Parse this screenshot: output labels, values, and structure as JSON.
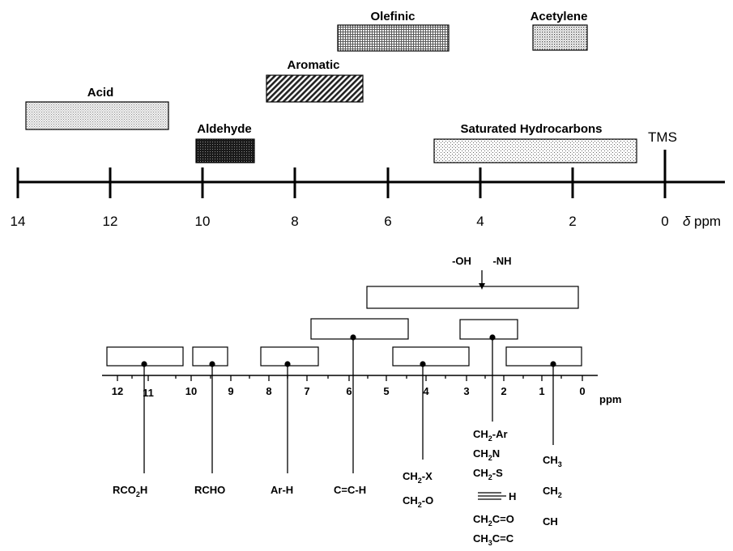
{
  "top_scale": {
    "ticks": [
      "14",
      "12",
      "10",
      "8",
      "6",
      "4",
      "2",
      "0"
    ],
    "unit_delta": "δ",
    "unit": "ppm",
    "tms": "TMS",
    "regions": {
      "acid": "Acid",
      "aldehyde": "Aldehyde",
      "aromatic": "Aromatic",
      "olefinic": "Olefinic",
      "acetylene": "Acetylene",
      "saturated": "Saturated Hydrocarbons"
    }
  },
  "bottom_scale": {
    "ticks": [
      "12",
      "11",
      "10",
      "9",
      "8",
      "7",
      "6",
      "5",
      "4",
      "3",
      "2",
      "1",
      "0"
    ],
    "unit": "ppm",
    "oh_label": "-OH",
    "nh_label": "-NH",
    "groups": {
      "rco2h": {
        "a": "RCO",
        "sub": "2",
        "b": "H"
      },
      "rcho": "RCHO",
      "arh": "Ar-H",
      "cch": "C=C-H",
      "ch2x": {
        "a": "CH",
        "sub": "2",
        "b": "-X"
      },
      "ch2o": {
        "a": "CH",
        "sub": "2",
        "b": "-O"
      },
      "ch2ar": {
        "a": "CH",
        "sub": "2",
        "b": "-Ar"
      },
      "ch2n": {
        "a": "CH",
        "sub": "2",
        "b": "N"
      },
      "ch2s": {
        "a": "CH",
        "sub": "2",
        "b": "-S"
      },
      "alkyne_h": "H",
      "ch2co": {
        "a": "CH",
        "sub": "2",
        "b": "C=O"
      },
      "ch3cc": {
        "a": "CH",
        "sub": "3",
        "b": "C=C"
      },
      "ch3": {
        "a": "CH",
        "sub": "3",
        "b": ""
      },
      "ch2": {
        "a": "CH",
        "sub": "2",
        "b": ""
      },
      "ch": "CH"
    }
  },
  "colors": {
    "ink": "#000000",
    "paper": "#ffffff"
  }
}
